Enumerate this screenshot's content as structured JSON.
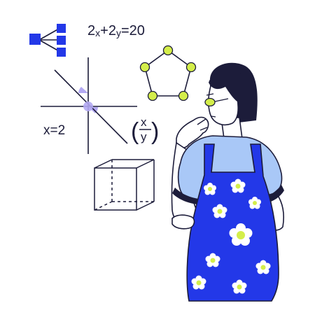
{
  "equation": {
    "coef_a": "2",
    "var_a": "x",
    "plus": "+",
    "coef_b": "2",
    "var_b": "y",
    "equals_value": "=20"
  },
  "vertical_line_label": "x=2",
  "fraction": {
    "numerator": "x",
    "denominator": "y",
    "left_paren": "(",
    "right_paren": ")"
  },
  "colors": {
    "outline": "#1c1c3a",
    "accent_blue": "#2338e8",
    "light_blue": "#a9c8f7",
    "lime": "#d4ee4a",
    "purple": "#b3a9f2",
    "skin": "#ffffff"
  },
  "icons": [
    "tree-diagram-icon",
    "pentagon-graph-icon",
    "cube-icon",
    "flower-pattern"
  ]
}
